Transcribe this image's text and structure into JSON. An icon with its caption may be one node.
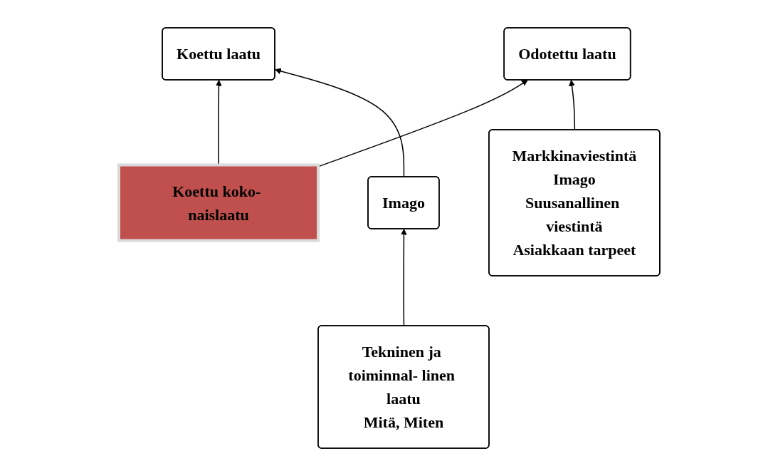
{
  "diagram": {
    "nodes": [
      {
        "text": [
          "Odotettu laatu"
        ]
      },
      {
        "text": [
          "Koettu koko- naislaatu"
        ]
      },
      {
        "text": [
          "Koettu laatu"
        ]
      },
      {
        "text": [
          "Imago"
        ]
      },
      {
        "text": [
          "Markkinaviestintä",
          "Imago",
          "Suusanallinen viestintä",
          "Asiakkaan tarpeet"
        ]
      },
      {
        "text": [
          "Tekninen ja toiminnal- linen laatu",
          "Mitä, Miten"
        ]
      }
    ],
    "edges": [
      {
        "from": 1,
        "to": 0,
        "arrow": "to"
      },
      {
        "from": 1,
        "to": 2,
        "arrow": "to"
      },
      {
        "from": 4,
        "to": 0,
        "arrow": "to"
      },
      {
        "from": 3,
        "to": 2,
        "arrow": "to"
      },
      {
        "from": 5,
        "to": 3,
        "arrow": "to"
      }
    ]
  }
}
